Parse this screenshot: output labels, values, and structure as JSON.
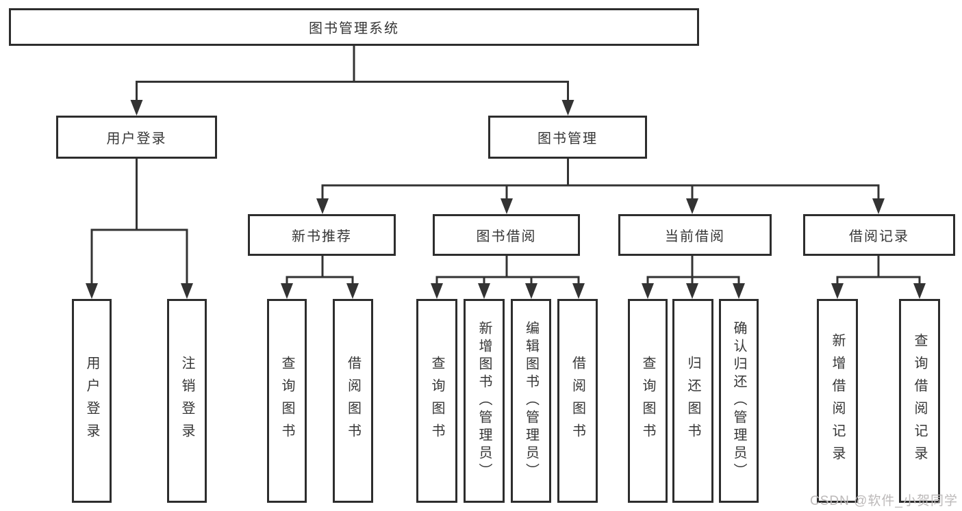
{
  "diagram": {
    "root": "图书管理系统",
    "branches": [
      {
        "label": "用户登录",
        "leaves": [
          "用户登录",
          "注销登录"
        ]
      },
      {
        "label": "图书管理",
        "groups": [
          {
            "label": "新书推荐",
            "leaves": [
              "查询图书",
              "借阅图书"
            ]
          },
          {
            "label": "图书借阅",
            "leaves": [
              "查询图书",
              "新增图书（管理员）",
              "编辑图书（管理员）",
              "借阅图书"
            ]
          },
          {
            "label": "当前借阅",
            "leaves": [
              "查询图书",
              "归还图书",
              "确认归还（管理员）"
            ]
          },
          {
            "label": "借阅记录",
            "leaves": [
              "新增借阅记录",
              "查询借阅记录"
            ]
          }
        ]
      }
    ]
  },
  "watermark": {
    "text": "CSDN @软件_小贺同学",
    "color": "#bcb9b9"
  },
  "colors": {
    "background": "#ffffff",
    "line": "#333333",
    "box_border": "#2d2d2d",
    "text": "#363636"
  }
}
